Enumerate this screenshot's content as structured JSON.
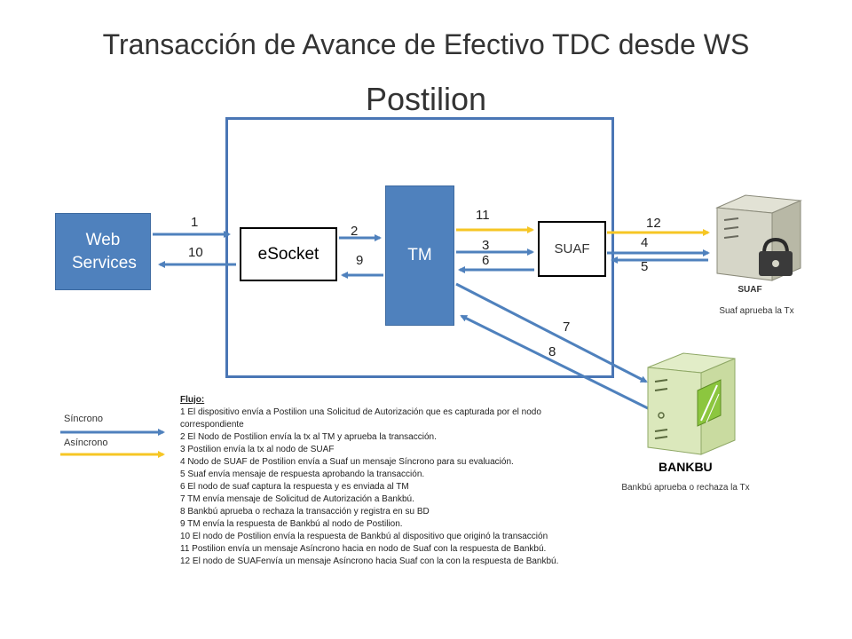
{
  "title": {
    "line1": "Transacción de Avance de Efectivo TDC desde WS",
    "line2": "Postilion"
  },
  "nodes": {
    "web_services": "Web Services",
    "esocket": "eSocket",
    "tm": "TM",
    "suaf_node": "SUAF"
  },
  "arrow_numbers": {
    "n1": "1",
    "n10": "10",
    "n2": "2",
    "n9": "9",
    "n11": "11",
    "n3": "3",
    "n6": "6",
    "n12": "12",
    "n4": "4",
    "n5": "5",
    "n7": "7",
    "n8": "8"
  },
  "servers": {
    "suaf": {
      "label": "SUAF",
      "caption": "Suaf aprueba la Tx"
    },
    "bankbu": {
      "label": "BANKBU",
      "caption": "Bankbú aprueba o rechaza la Tx"
    }
  },
  "legend": {
    "sync": "Síncrono",
    "async": "Asíncrono",
    "sync_color": "#4f81bd",
    "async_color": "#f6c624"
  },
  "flow": {
    "title": "Flujo:",
    "steps": [
      "1 El dispositivo envía a Postilion una Solicitud de Autorización que es capturada por el nodo correspondiente",
      "2 El Nodo de Postilion envía la tx al TM y aprueba la transacción.",
      "3 Postilion envía la tx al nodo de SUAF",
      "4 Nodo de SUAF de Postilion envía a Suaf un mensaje Síncrono para su evaluación.",
      "5 Suaf envía mensaje de respuesta aprobando la transacción.",
      "6 El nodo de suaf captura la respuesta y es enviada al TM",
      "7 TM envía  mensaje de Solicitud de Autorización a Bankbú.",
      "8 Bankbú aprueba o rechaza la transacción y registra en su BD",
      "9 TM envía la respuesta  de Bankbú al nodo de Postilion.",
      "10 El nodo de Postilion envía la respuesta  de Bankbú al dispositivo que originó la transacción",
      "11 Postilion envía un mensaje Asíncrono hacia en nodo de Suaf con la respuesta de Bankbú.",
      "12 El nodo de SUAFenvía un mensaje Asíncrono  hacia Suaf con la con la respuesta de Bankbú."
    ]
  }
}
